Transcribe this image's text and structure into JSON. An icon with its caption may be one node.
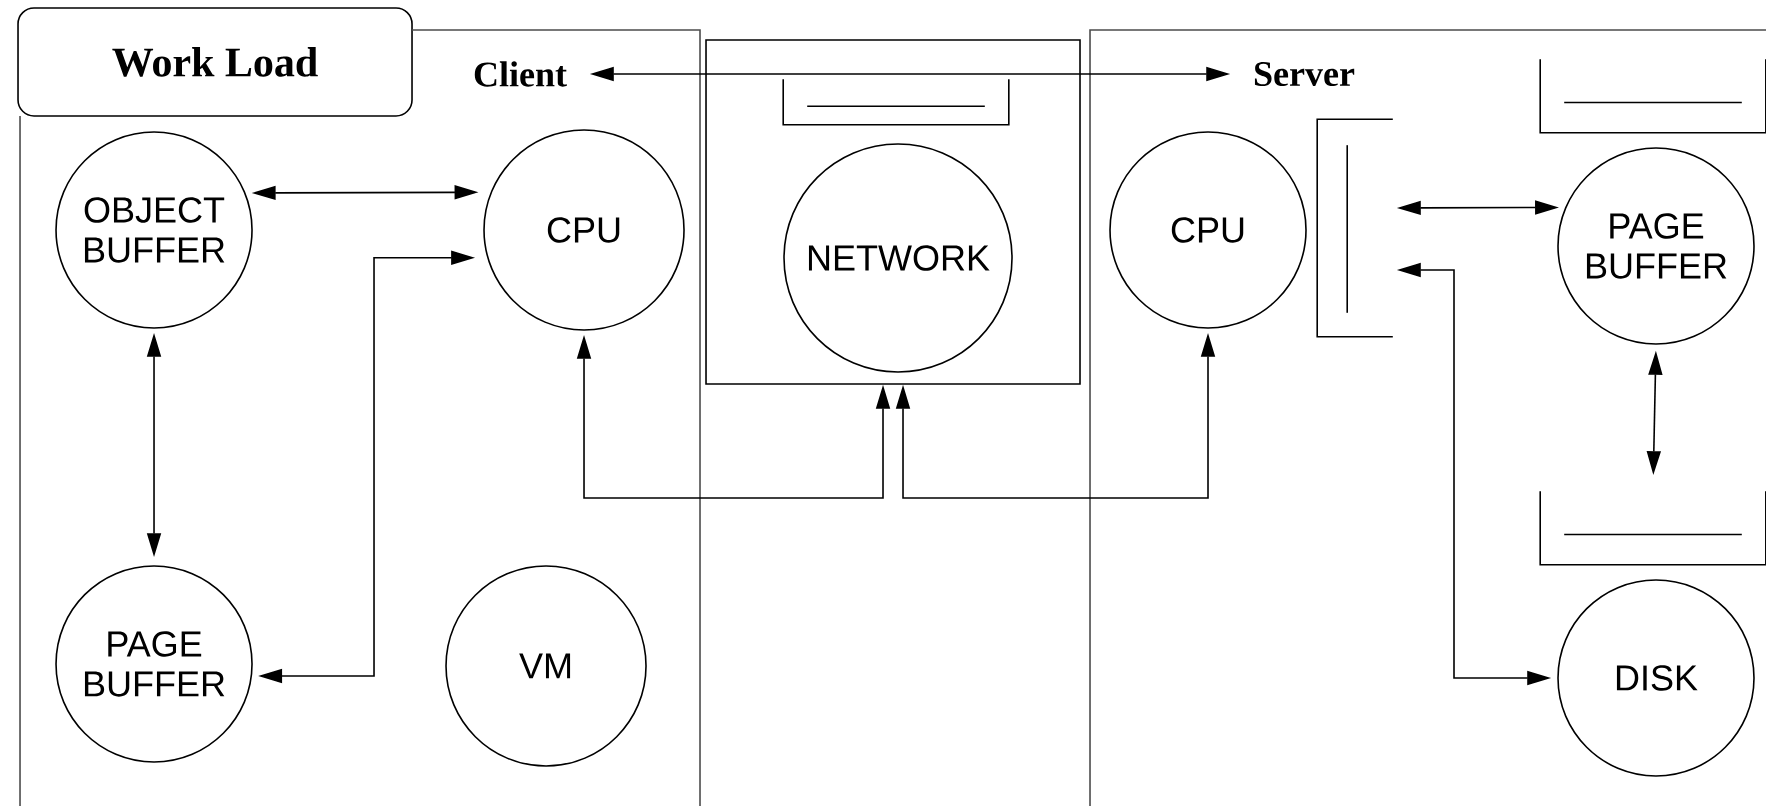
{
  "diagram": {
    "nodes": [
      {
        "text": [
          "Work Load"
        ]
      },
      {
        "text": [
          "Client"
        ]
      },
      {
        "text": [
          "OBJECT BUFFER"
        ],
        "in": 1
      },
      {
        "text": [
          "CPU"
        ],
        "in": 1
      },
      {
        "text": [
          "PAGE BUFFER"
        ],
        "in": 1
      },
      {
        "text": [
          "VM"
        ],
        "in": 1
      },
      {
        "text": [],
        "shape": "box"
      },
      {
        "text": [],
        "shape": "queue",
        "in": 6
      },
      {
        "text": [
          "NETWORK"
        ],
        "in": 6
      },
      {
        "text": [
          "Server"
        ]
      },
      {
        "text": [],
        "shape": "queue",
        "in": 9
      },
      {
        "text": [
          "CPU"
        ],
        "in": 9
      },
      {
        "text": [],
        "shape": "queue",
        "in": 9
      },
      {
        "text": [
          "PAGE BUFFER"
        ],
        "in": 9
      },
      {
        "text": [],
        "shape": "queue",
        "in": 9
      },
      {
        "text": [
          "DISK"
        ],
        "in": 9
      }
    ],
    "edges": [
      {
        "from": 1,
        "to": 9,
        "arrow": "both"
      },
      {
        "from": 2,
        "to": 3,
        "arrow": "both"
      },
      {
        "from": 2,
        "to": 4,
        "arrow": "both"
      },
      {
        "from": 4,
        "to": 3,
        "arrow": "both"
      },
      {
        "from": 3,
        "to": 6,
        "arrow": "both"
      },
      {
        "from": 11,
        "to": 6,
        "arrow": "both"
      },
      {
        "from": 12,
        "to": 13,
        "arrow": "both"
      },
      {
        "from": 12,
        "to": 15,
        "arrow": "both"
      },
      {
        "from": 13,
        "to": 14,
        "arrow": "both"
      }
    ]
  }
}
